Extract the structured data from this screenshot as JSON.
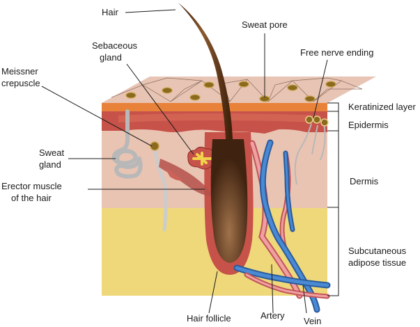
{
  "labels": {
    "hair": "Hair",
    "sweat_pore": "Sweat pore",
    "sebaceous_gland": [
      "Sebaceous",
      "gland"
    ],
    "free_nerve_ending": "Free nerve ending",
    "meissner_crepuscle": [
      "Meissner",
      "crepuscle"
    ],
    "keratinized_layer": "Keratinized layer",
    "epidermis": "Epidermis",
    "sweat_gland": [
      "Sweat",
      "gland"
    ],
    "dermis": "Dermis",
    "erector_muscle": [
      "Erector muscle",
      "of the hair"
    ],
    "subcutaneous_adipose_tissue": [
      "Subcutaneous",
      "adipose tissue"
    ],
    "hair_follicle": "Hair follicle",
    "artery": "Artery",
    "vein": "Vein"
  },
  "colors": {
    "keratinized_top": "#e8c4b4",
    "keratin_grid": "#8a6a5a",
    "keratin_cell": "#8a6a1e",
    "orange_band": "#e8823a",
    "epidermis": "#c7524a",
    "dermis": "#e9c4b3",
    "subcutaneous": "#eed87a",
    "hair": "#5a3012",
    "artery": "#e07070",
    "vein": "#3a7cc4",
    "sweat_gland": "#b8b8b8"
  }
}
